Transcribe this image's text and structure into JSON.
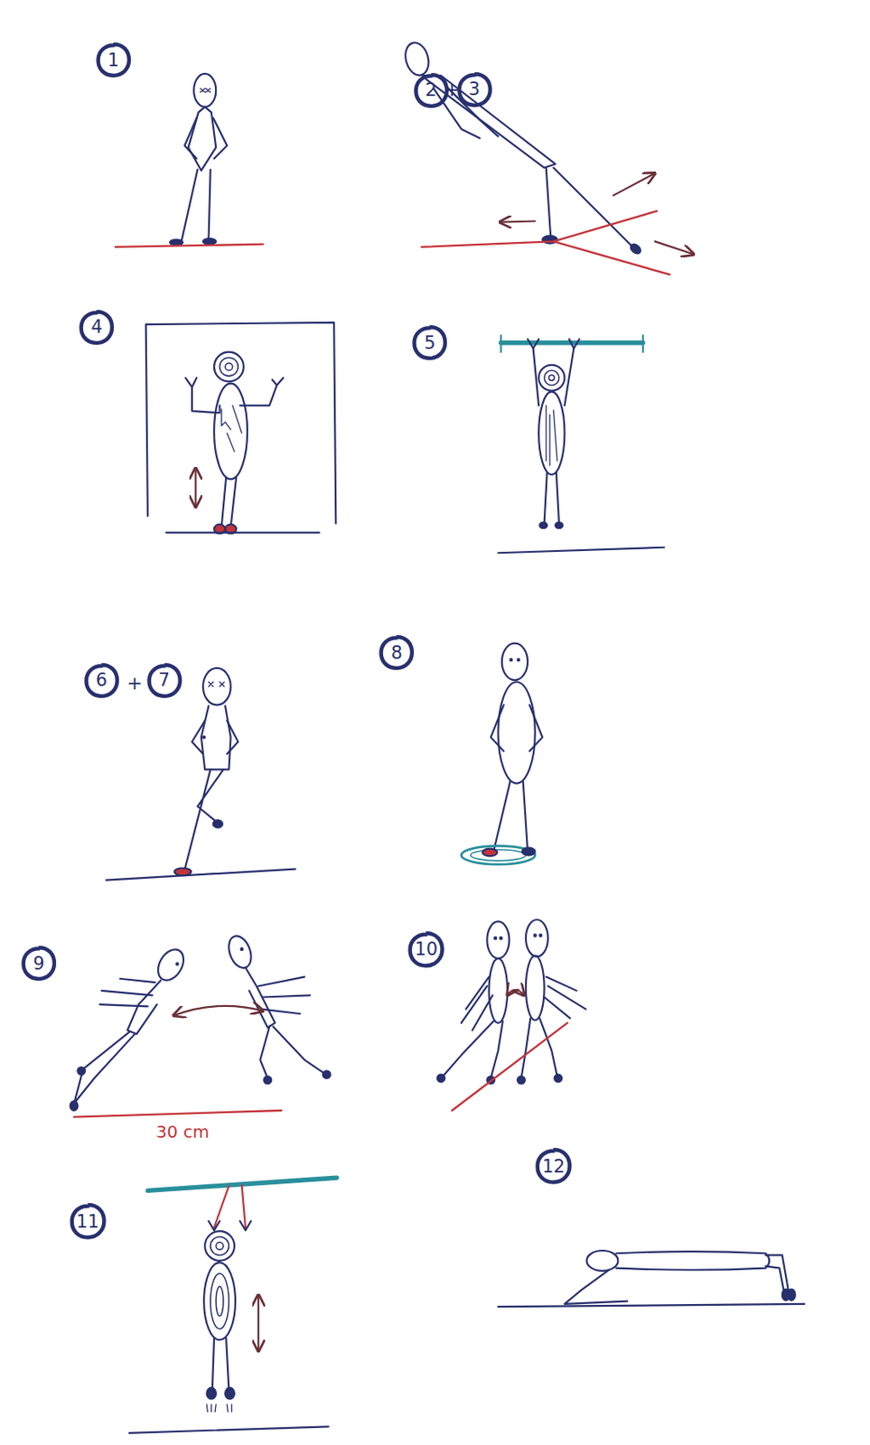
{
  "diagram": {
    "nodes": [
      {
        "text": [
          "1"
        ]
      },
      {
        "text": [
          "2"
        ]
      },
      {
        "text": [
          "3"
        ]
      },
      {
        "text": [
          "4"
        ]
      },
      {
        "text": [
          "5"
        ]
      },
      {
        "text": [
          "6"
        ]
      },
      {
        "text": [
          "7"
        ]
      },
      {
        "text": [
          "8"
        ]
      },
      {
        "text": [
          "9"
        ]
      },
      {
        "text": [
          "10"
        ]
      },
      {
        "text": [
          "11"
        ]
      },
      {
        "text": [
          "12"
        ]
      }
    ],
    "labels": [
      "+",
      "+",
      "30 cm"
    ]
  }
}
